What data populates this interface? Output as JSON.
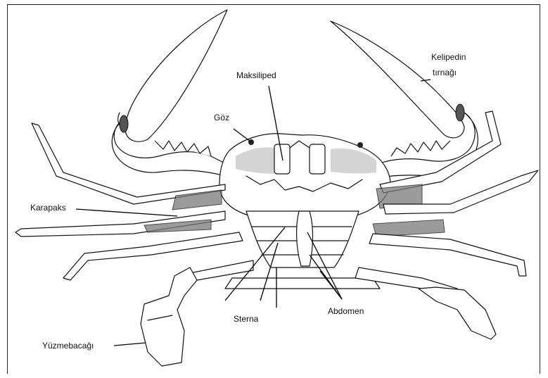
{
  "labels": {
    "kelipedin_line1": "Kelipedin",
    "kelipedin_line2": "tırnağı",
    "maksiliped": "Maksiliped",
    "goz": "Göz",
    "karapaks": "Karapaks",
    "sterna": "Sterna",
    "abdomen": "Abdomen",
    "yuzmebacagi": "Yüzmebacağı"
  }
}
